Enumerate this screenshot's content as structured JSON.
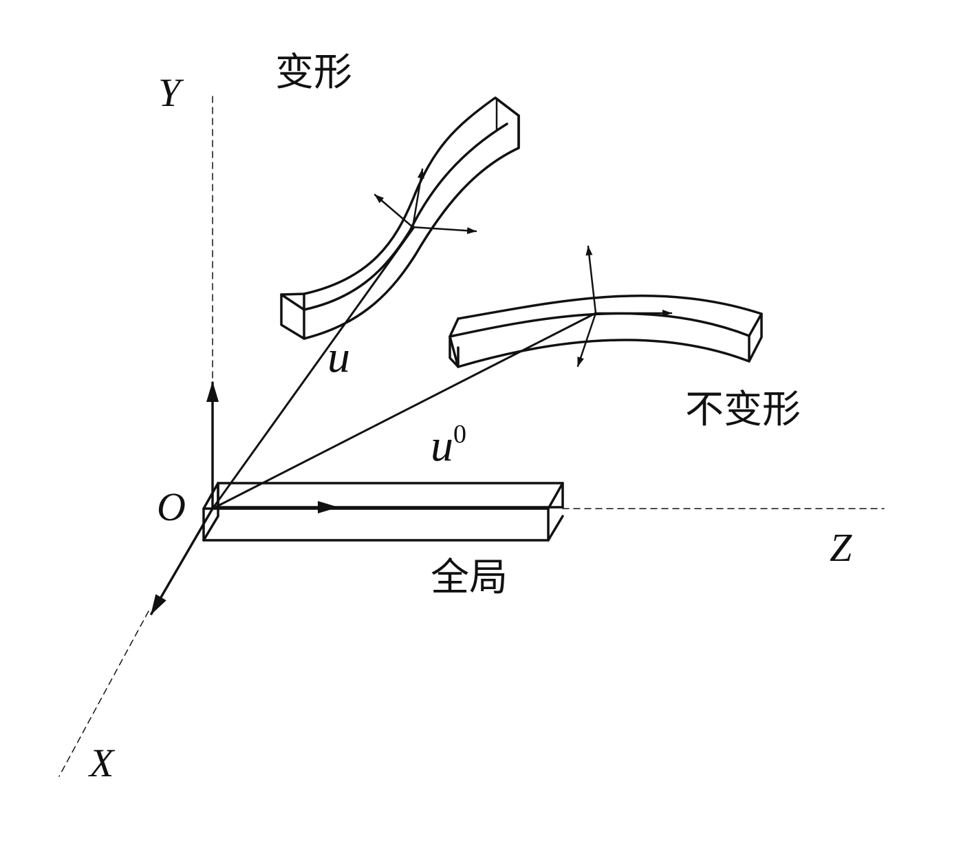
{
  "axes": {
    "x": "X",
    "y": "Y",
    "z": "Z",
    "origin": "O"
  },
  "labels": {
    "deformed": "变形",
    "undeformed": "不变形",
    "global": "全局"
  },
  "vectors": {
    "u": "u",
    "u0_base": "u",
    "u0_sup": "0"
  },
  "colors": {
    "line": "#111111",
    "background": "#ffffff"
  }
}
